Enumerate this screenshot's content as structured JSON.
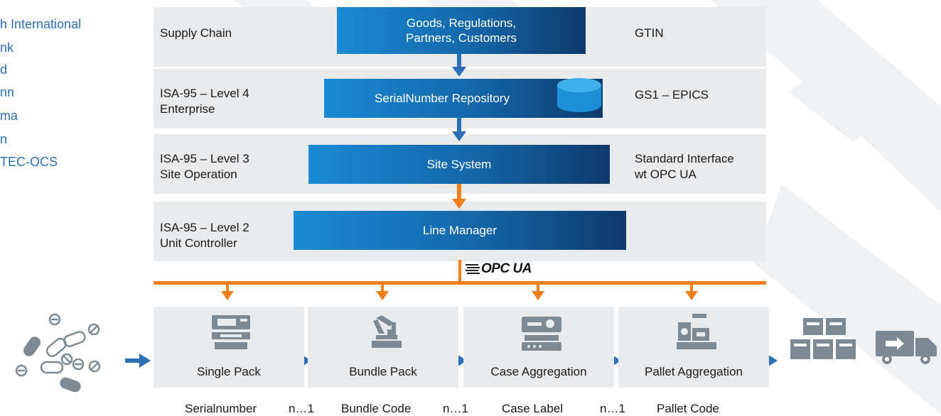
{
  "sidebar": {
    "items": [
      "h International",
      "nk",
      "d",
      "nn",
      "ma",
      "n",
      "TEC-OCS"
    ]
  },
  "layers": [
    {
      "left": "Supply Chain",
      "box": [
        "Goods, Regulations,",
        "Partners, Customers"
      ],
      "right": [
        "GTIN"
      ]
    },
    {
      "left": [
        "ISA-95 – Level 4",
        "Enterprise"
      ],
      "box": [
        "SerialNumber Repository"
      ],
      "right": [
        "GS1 – EPICS"
      ]
    },
    {
      "left": [
        "ISA-95 – Level 3",
        "Site Operation"
      ],
      "box": [
        "Site System"
      ],
      "right": [
        "Standard Interface",
        "wt OPC UA"
      ]
    },
    {
      "left": [
        "ISA-95 – Level 2",
        "Unit Controller"
      ],
      "box": [
        "Line Manager"
      ],
      "right": []
    }
  ],
  "opc_label": "OPC UA",
  "stations": [
    "Single Pack",
    "Bundle Pack",
    "Case Aggregation",
    "Pallet Aggregation"
  ],
  "bottom_labels": [
    "Serialnumber",
    "n…1",
    "Bundle Code",
    "n…1",
    "Case Label",
    "n…1",
    "Pallet Code"
  ],
  "icons": {
    "pills": "pills-icon",
    "pack": "packing-machine-icon",
    "robot": "robot-arm-icon",
    "case": "case-machine-icon",
    "pallet": "palletizer-icon",
    "boxes": "boxes-stack-icon",
    "truck": "delivery-truck-icon",
    "database": "database-icon"
  },
  "colors": {
    "blue": "#2a6fb8",
    "orange": "#f07e1a",
    "gray": "#e9eaec",
    "icon_gray": "#7d8a94"
  }
}
